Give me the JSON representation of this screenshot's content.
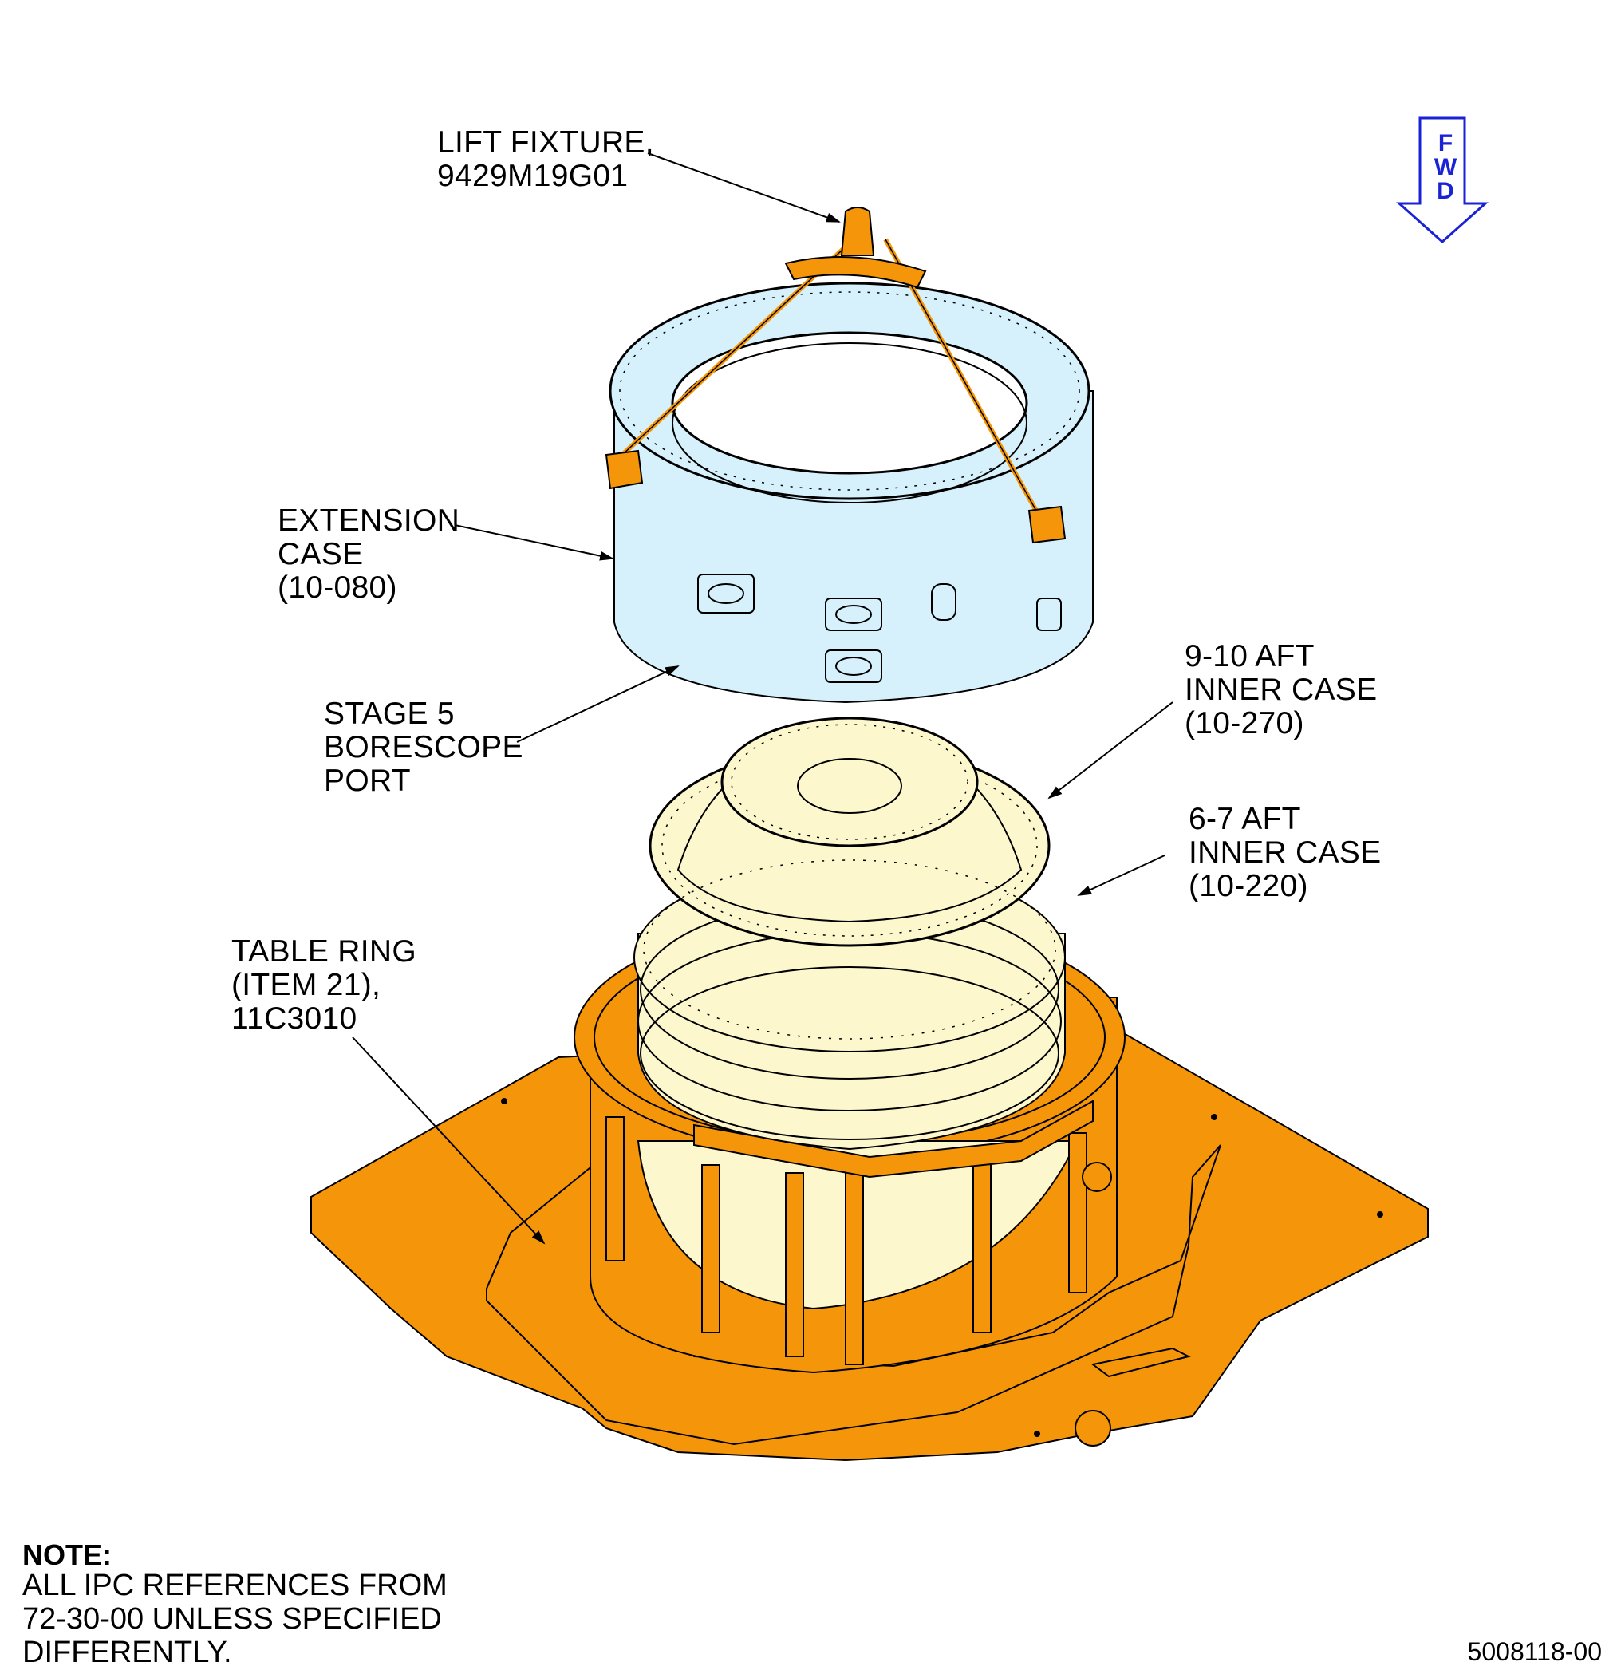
{
  "labels": {
    "lift_fixture": [
      "LIFT FIXTURE,",
      "9429M19G01"
    ],
    "extension_case": [
      "EXTENSION",
      "CASE",
      "(10-080)"
    ],
    "stage5_port": [
      "STAGE 5",
      "BORESCOPE",
      "PORT"
    ],
    "aft_inner_case_9_10": [
      "9-10 AFT",
      "INNER CASE",
      "(10-270)"
    ],
    "aft_inner_case_6_7": [
      "6-7 AFT",
      "INNER CASE",
      "(10-220)"
    ],
    "table_ring": [
      "TABLE RING",
      "(ITEM 21),",
      "11C3010"
    ]
  },
  "fwd_arrow": [
    "F",
    "W",
    "D"
  ],
  "note": {
    "heading": "NOTE:",
    "body": "ALL IPC REFERENCES FROM\n72-30-00 UNLESS SPECIFIED\nDIFFERENTLY."
  },
  "document_number": "5008118-00",
  "colors": {
    "fixture_orange": "#f5960a",
    "extension_case_blue": "#d6f1fb",
    "inner_case_cream": "#fcf7cd",
    "fwd_arrow_blue": "#1a22d6",
    "line": "#000000"
  }
}
